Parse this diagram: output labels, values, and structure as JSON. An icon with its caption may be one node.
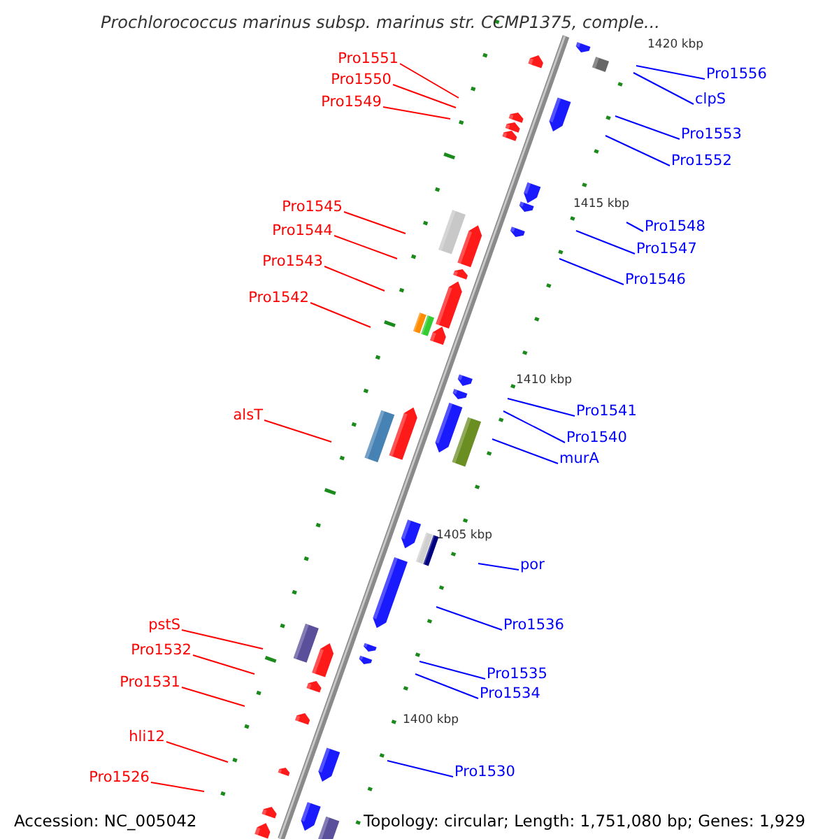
{
  "diagram": {
    "title": "Prochlorococcus marinus subsp. marinus str. CCMP1375, comple...",
    "nodes": [
      {
        "text": [
          "Pro1551"
        ]
      },
      {
        "text": [
          "Pro1550"
        ]
      },
      {
        "text": [
          "Pro1549"
        ]
      },
      {
        "text": [
          "Pro1545"
        ]
      },
      {
        "text": [
          "Pro1544"
        ]
      },
      {
        "text": [
          "Pro1543"
        ]
      },
      {
        "text": [
          "Pro1542"
        ]
      },
      {
        "text": [
          "alsT"
        ]
      },
      {
        "text": [
          "pstS"
        ]
      },
      {
        "text": [
          "Pro1532"
        ]
      },
      {
        "text": [
          "Pro1531"
        ]
      },
      {
        "text": [
          "hli12"
        ]
      },
      {
        "text": [
          "Pro1526"
        ]
      },
      {
        "text": [
          "Pro1556"
        ]
      },
      {
        "text": [
          "clpS"
        ]
      },
      {
        "text": [
          "Pro1553"
        ]
      },
      {
        "text": [
          "Pro1552"
        ]
      },
      {
        "text": [
          "Pro1548"
        ]
      },
      {
        "text": [
          "Pro1547"
        ]
      },
      {
        "text": [
          "Pro1546"
        ]
      },
      {
        "text": [
          "Pro1541"
        ]
      },
      {
        "text": [
          "Pro1540"
        ]
      },
      {
        "text": [
          "murA"
        ]
      },
      {
        "text": [
          "por"
        ]
      },
      {
        "text": [
          "Pro1536"
        ]
      },
      {
        "text": [
          "Pro1535"
        ]
      },
      {
        "text": [
          "Pro1534"
        ]
      },
      {
        "text": [
          "Pro1530"
        ]
      }
    ],
    "edges": [
      {
        "from": 0,
        "to": null,
        "arrow": "none",
        "color": "#ff0000"
      },
      {
        "from": 1,
        "to": null,
        "arrow": "none",
        "color": "#ff0000"
      },
      {
        "from": 2,
        "to": null,
        "arrow": "none",
        "color": "#ff0000"
      },
      {
        "from": 3,
        "to": null,
        "arrow": "none",
        "color": "#ff0000"
      },
      {
        "from": 4,
        "to": null,
        "arrow": "none",
        "color": "#ff0000"
      },
      {
        "from": 5,
        "to": null,
        "arrow": "none",
        "color": "#ff0000"
      },
      {
        "from": 6,
        "to": null,
        "arrow": "none",
        "color": "#ff0000"
      },
      {
        "from": 7,
        "to": null,
        "arrow": "none",
        "color": "#ff0000"
      },
      {
        "from": 8,
        "to": null,
        "arrow": "none",
        "color": "#ff0000"
      },
      {
        "from": 9,
        "to": null,
        "arrow": "none",
        "color": "#ff0000"
      },
      {
        "from": 10,
        "to": null,
        "arrow": "none",
        "color": "#ff0000"
      },
      {
        "from": 11,
        "to": null,
        "arrow": "none",
        "color": "#ff0000"
      },
      {
        "from": 12,
        "to": null,
        "arrow": "none",
        "color": "#ff0000"
      },
      {
        "from": 13,
        "to": null,
        "arrow": "none"
      },
      {
        "from": 14,
        "to": null,
        "arrow": "none"
      },
      {
        "from": 15,
        "to": null,
        "arrow": "none"
      },
      {
        "from": 16,
        "to": null,
        "arrow": "none"
      },
      {
        "from": 17,
        "to": null,
        "arrow": "none"
      },
      {
        "from": 18,
        "to": null,
        "arrow": "none"
      },
      {
        "from": 19,
        "to": null,
        "arrow": "none"
      },
      {
        "from": 20,
        "to": null,
        "arrow": "none"
      },
      {
        "from": 21,
        "to": null,
        "arrow": "none"
      },
      {
        "from": 22,
        "to": null,
        "arrow": "none"
      },
      {
        "from": 23,
        "to": null,
        "arrow": "none"
      },
      {
        "from": 24,
        "to": null,
        "arrow": "none"
      },
      {
        "from": 25,
        "to": null,
        "arrow": "none"
      },
      {
        "from": 26,
        "to": null,
        "arrow": "none"
      },
      {
        "from": 27,
        "to": null,
        "arrow": "none"
      }
    ],
    "labels": [
      "1420 kbp",
      "1415 kbp",
      "1410 kbp",
      "1405 kbp",
      "1400 kbp",
      "Accession: NC_005042",
      "Topology: circular; Length: 1,751,080 bp; Genes: 1,929"
    ]
  }
}
